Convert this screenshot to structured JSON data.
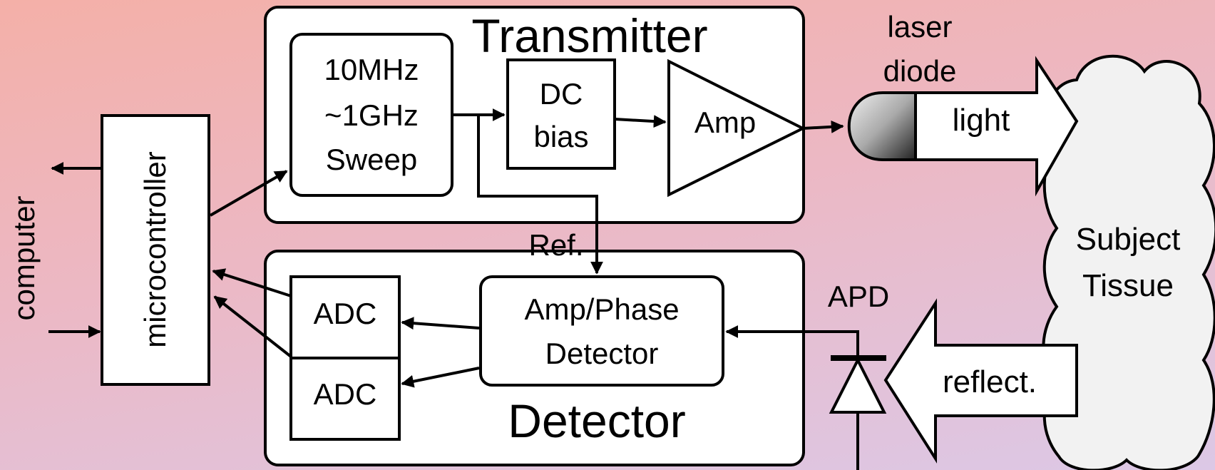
{
  "labels": {
    "computer": "computer",
    "microcontroller": "microcontroller",
    "transmitter": "Transmitter",
    "sweep_line1": "10MHz",
    "sweep_line2": "~1GHz",
    "sweep_line3": "Sweep",
    "dc_line1": "DC",
    "dc_line2": "bias",
    "amp": "Amp",
    "laser_line1": "laser",
    "laser_line2": "diode",
    "light": "light",
    "ref": "Ref.",
    "detector": "Detector",
    "adc_top": "ADC",
    "adc_bottom": "ADC",
    "apd_line1": "Amp/Phase",
    "apd_line2": "Detector",
    "apd": "APD",
    "reflect": "reflect.",
    "tissue_line1": "Subject",
    "tissue_line2": "Tissue"
  },
  "colors": {
    "block_fill": "#ffffff",
    "tissue_fill": "#f2f2f2",
    "stroke": "#000000"
  }
}
